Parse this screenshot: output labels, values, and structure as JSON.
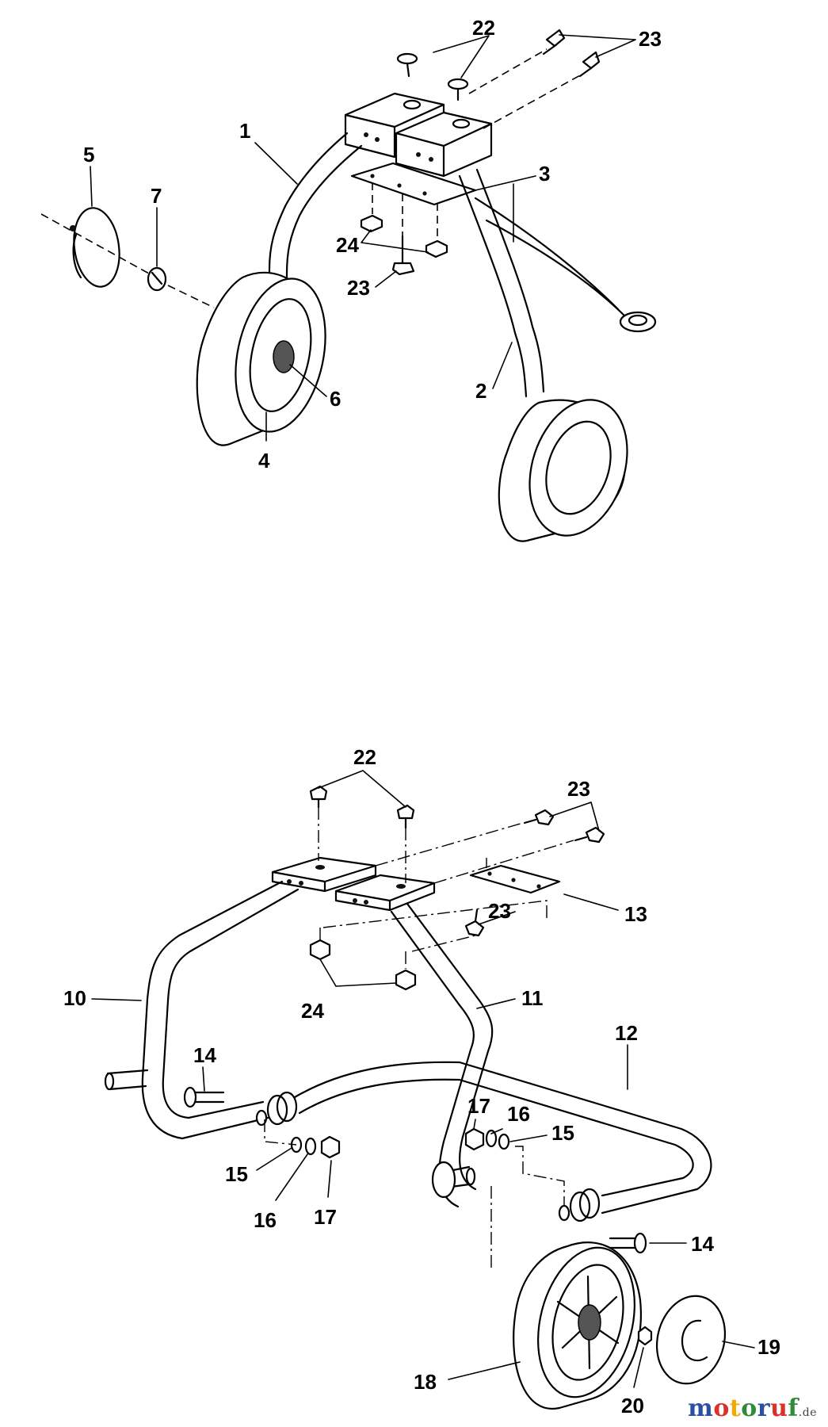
{
  "diagram": {
    "callouts_top": [
      {
        "id": "c22a",
        "text": "22"
      },
      {
        "id": "c23a",
        "text": "23"
      },
      {
        "id": "c1",
        "text": "1"
      },
      {
        "id": "c3",
        "text": "3"
      },
      {
        "id": "c5",
        "text": "5"
      },
      {
        "id": "c7",
        "text": "7"
      },
      {
        "id": "c24a",
        "text": "24"
      },
      {
        "id": "c23b",
        "text": "23"
      },
      {
        "id": "c6",
        "text": "6"
      },
      {
        "id": "c4",
        "text": "4"
      },
      {
        "id": "c2",
        "text": "2"
      }
    ],
    "callouts_bottom": [
      {
        "id": "c22b",
        "text": "22"
      },
      {
        "id": "c23c",
        "text": "23"
      },
      {
        "id": "c23d",
        "text": "23"
      },
      {
        "id": "c13",
        "text": "13"
      },
      {
        "id": "c10",
        "text": "10"
      },
      {
        "id": "c24b",
        "text": "24"
      },
      {
        "id": "c11",
        "text": "11"
      },
      {
        "id": "c12",
        "text": "12"
      },
      {
        "id": "c14a",
        "text": "14"
      },
      {
        "id": "c17a",
        "text": "17"
      },
      {
        "id": "c16a",
        "text": "16"
      },
      {
        "id": "c15a",
        "text": "15"
      },
      {
        "id": "c15b",
        "text": "15"
      },
      {
        "id": "c16b",
        "text": "16"
      },
      {
        "id": "c17b",
        "text": "17"
      },
      {
        "id": "c14b",
        "text": "14"
      },
      {
        "id": "c18",
        "text": "18"
      },
      {
        "id": "c19",
        "text": "19"
      },
      {
        "id": "c20",
        "text": "20"
      }
    ]
  },
  "watermark": {
    "letters": [
      "m",
      "o",
      "t",
      "o",
      "r",
      "u",
      "f"
    ],
    "letter_colors": [
      "#2b4fa3",
      "#d8322a",
      "#f2a900",
      "#2e8b3a",
      "#2b4fa3",
      "#d8322a",
      "#2e8b3a"
    ],
    "suffix": ".de"
  }
}
